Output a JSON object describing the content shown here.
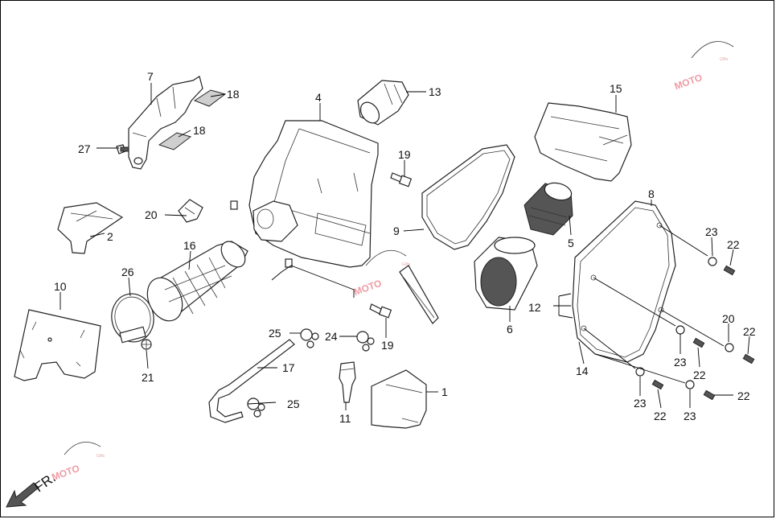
{
  "watermark": {
    "brand": "MOTO",
    "sub": "Gifts"
  },
  "direction_label": "FR.",
  "callouts": {
    "c1": "1",
    "c2": "2",
    "c4": "4",
    "c5": "5",
    "c6": "6",
    "c7": "7",
    "c8": "8",
    "c9": "9",
    "c10": "10",
    "c11": "11",
    "c12": "12",
    "c13": "13",
    "c14": "14",
    "c15": "15",
    "c16": "16",
    "c17": "17",
    "c18": "18",
    "c19": "19",
    "c20": "20",
    "c21": "21",
    "c22": "22",
    "c23": "23",
    "c24": "24",
    "c25": "25",
    "c26": "26",
    "c27": "27"
  }
}
